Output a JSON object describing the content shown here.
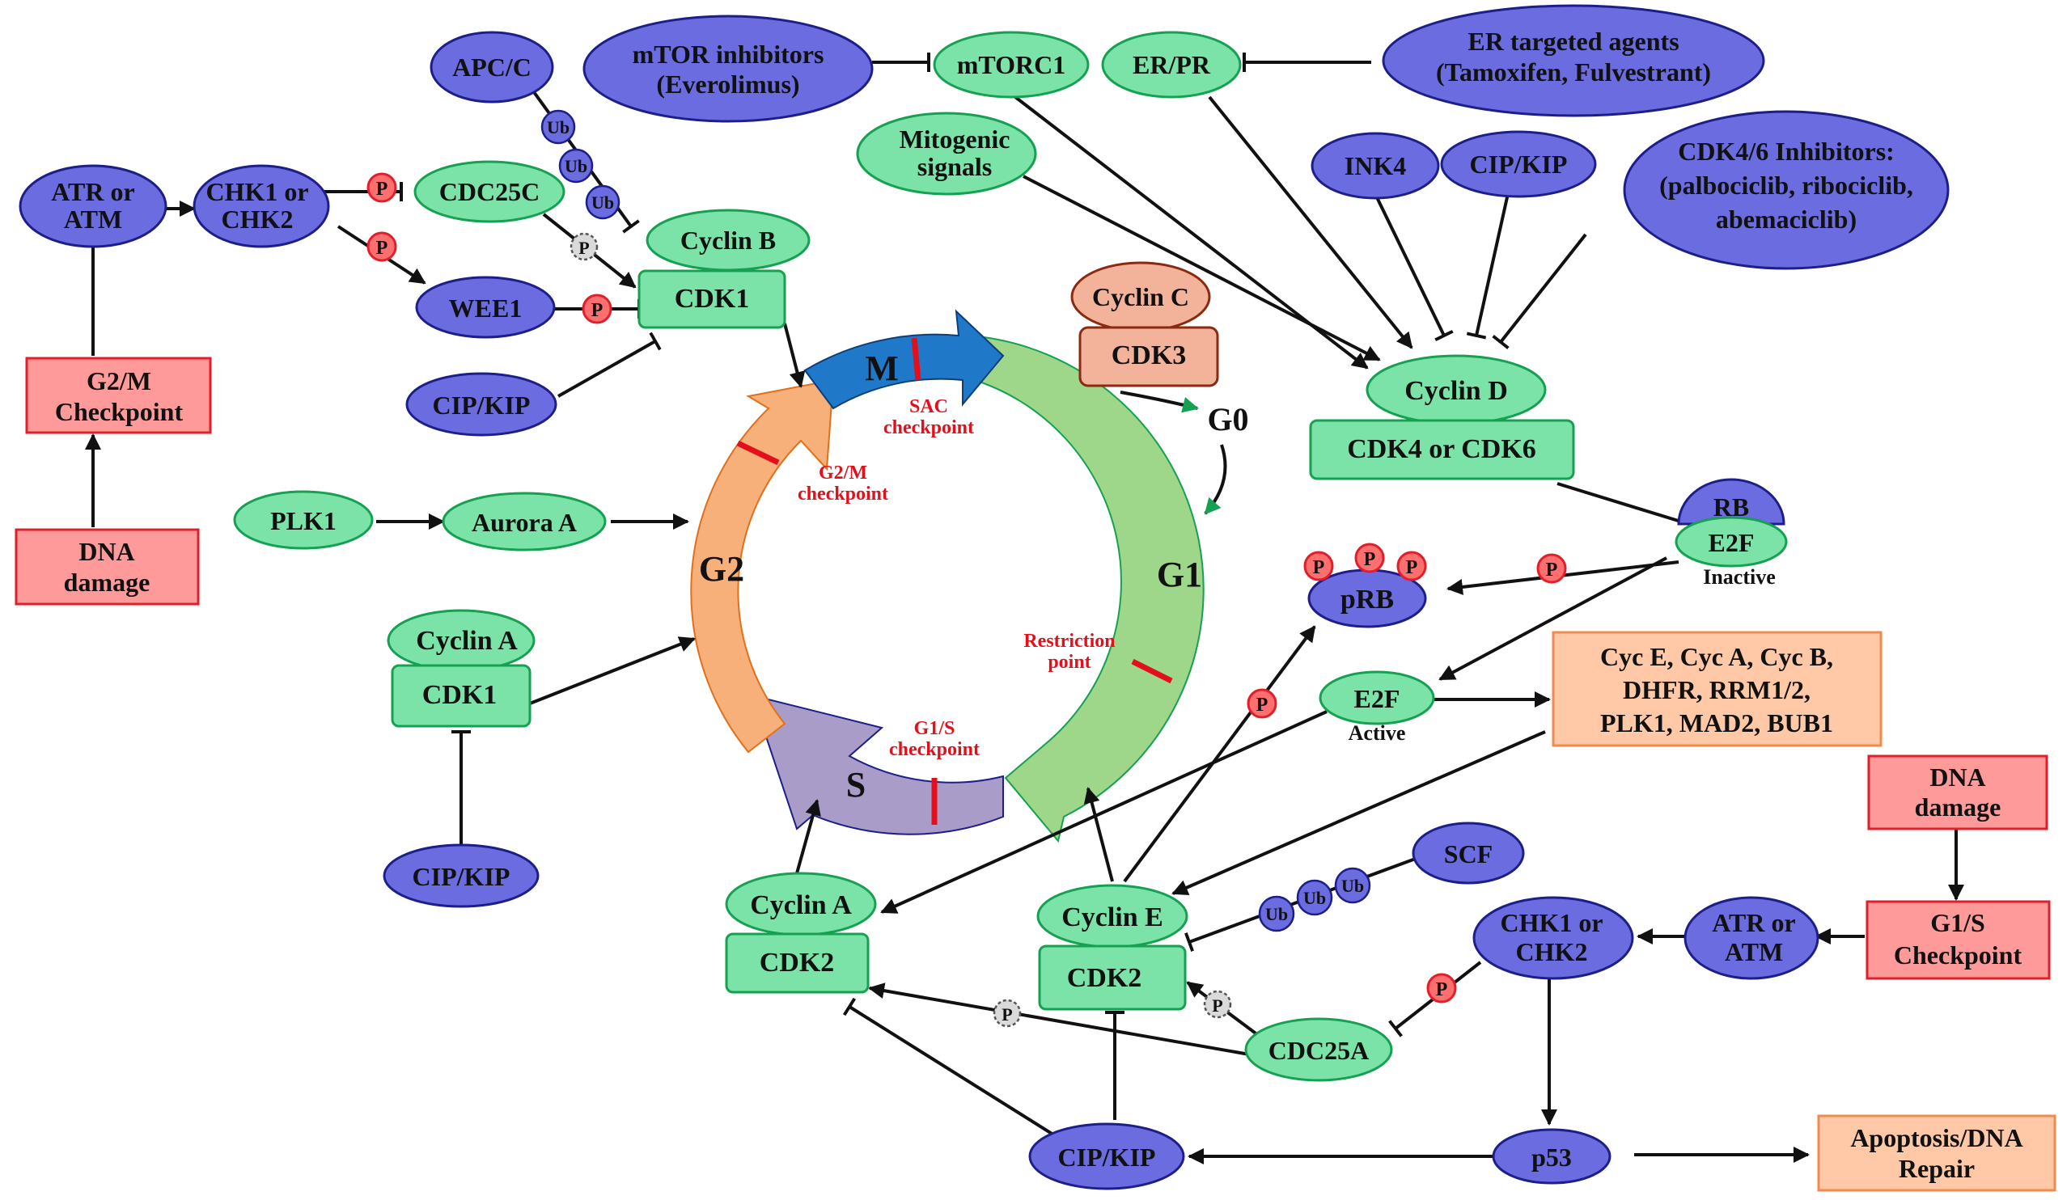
{
  "cycle": {
    "phases": {
      "m": "M",
      "g1": "G1",
      "s": "S",
      "g2": "G2",
      "g0": "G0"
    },
    "checkpoints": {
      "sac_1": "SAC",
      "sac_2": "checkpoint",
      "g2m_1": "G2/M",
      "g2m_2": "checkpoint",
      "restriction_1": "Restriction",
      "restriction_2": "point",
      "g1s_1": "G1/S",
      "g1s_2": "checkpoint"
    },
    "colors": {
      "m": "#1f78c8",
      "g1": "#9ed68a",
      "s": "#a99cc9",
      "g2": "#f8b07a",
      "checkpoint": "#e3101c"
    }
  },
  "nodes": {
    "atr_atm_top_1": "ATR or",
    "atr_atm_top_2": "ATM",
    "chk_top_1": "CHK1 or",
    "chk_top_2": "CHK2",
    "g2m_checkpoint_1": "G2/M",
    "g2m_checkpoint_2": "Checkpoint",
    "dna_damage_left_1": "DNA",
    "dna_damage_left_2": "damage",
    "apcc": "APC/C",
    "cdc25c": "CDC25C",
    "wee1": "WEE1",
    "cyclin_b": "Cyclin B",
    "cdk1_b": "CDK1",
    "cipkip_1": "CIP/KIP",
    "mtor_inh_1": "mTOR inhibitors",
    "mtor_inh_2": "(Everolimus)",
    "mtorc1": "mTORC1",
    "erpr": "ER/PR",
    "er_agents_1": "ER targeted agents",
    "er_agents_2": "(Tamoxifen, Fulvestrant)",
    "mitogenic_1": "Mitogenic",
    "mitogenic_2": "signals",
    "ink4": "INK4",
    "cipkip_2": "CIP/KIP",
    "cdk46inh_1": "CDK4/6 Inhibitors:",
    "cdk46inh_2": "(palbociclib, ribociclib,",
    "cdk46inh_3": "abemaciclib)",
    "cyclin_c": "Cyclin C",
    "cdk3": "CDK3",
    "cyclin_d": "Cyclin D",
    "cdk46": "CDK4 or CDK6",
    "plk1": "PLK1",
    "aurora_a": "Aurora A",
    "rb": "RB",
    "e2f_inactive": "E2F",
    "inactive_label": "Inactive",
    "prb": "pRB",
    "cyclin_a_left": "Cyclin A",
    "cdk1_a": "CDK1",
    "cipkip_3": "CIP/KIP",
    "e2f_active": "E2F",
    "active_label": "Active",
    "targets_1": "Cyc E, Cyc A, Cyc B,",
    "targets_2": "DHFR, RRM1/2,",
    "targets_3": "PLK1, MAD2, BUB1",
    "dna_damage_right_1": "DNA",
    "dna_damage_right_2": "damage",
    "g1s_checkpoint_1": "G1/S",
    "g1s_checkpoint_2": "Checkpoint",
    "atr_atm_bottom_1": "ATR or",
    "atr_atm_bottom_2": "ATM",
    "chk_bottom_1": "CHK1 or",
    "chk_bottom_2": "CHK2",
    "scf": "SCF",
    "cyclin_a_bottom": "Cyclin A",
    "cdk2_a": "CDK2",
    "cyclin_e": "Cyclin E",
    "cdk2_e": "CDK2",
    "cdc25a": "CDC25A",
    "cipkip_4": "CIP/KIP",
    "p53": "p53",
    "apoptosis_1": "Apoptosis/DNA",
    "apoptosis_2": "Repair"
  },
  "badges": {
    "phospho": "P",
    "ubiquitin": "Ub"
  }
}
